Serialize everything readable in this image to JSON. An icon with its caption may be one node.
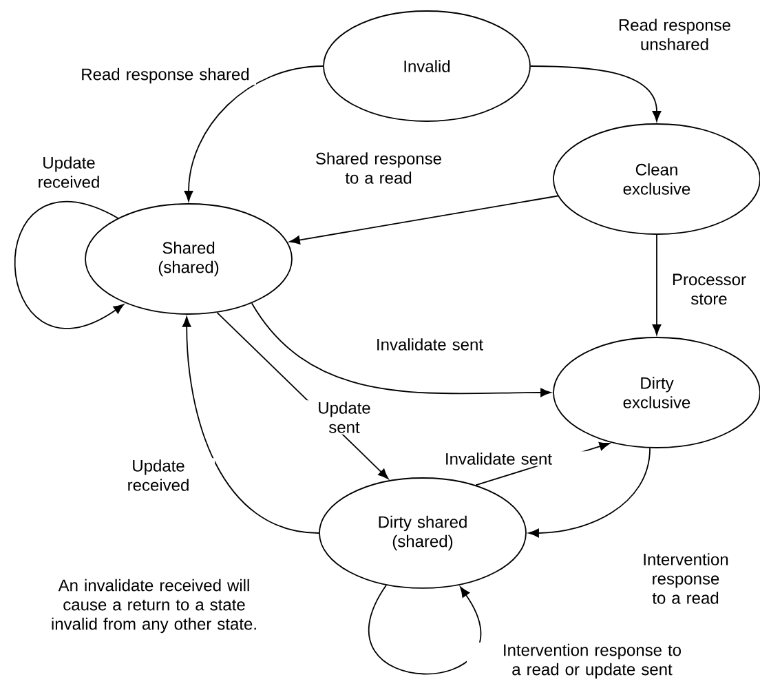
{
  "diagram": {
    "nodes": [
      {
        "text": [
          "Invalid"
        ]
      },
      {
        "text": [
          "Clean exclusive"
        ]
      },
      {
        "text": [
          "Shared (shared)"
        ]
      },
      {
        "text": [
          "Dirty exclusive"
        ]
      },
      {
        "text": [
          "Dirty shared (shared)"
        ]
      }
    ],
    "edges": [
      {
        "from": 0,
        "to": 2,
        "arrow": "to",
        "label": "Read response shared"
      },
      {
        "from": 0,
        "to": 1,
        "arrow": "to",
        "label": "Read response unshared"
      },
      {
        "from": 1,
        "to": 2,
        "arrow": "to",
        "label": "Shared response to a read"
      },
      {
        "from": 2,
        "to": 2,
        "arrow": "to",
        "label": "Update received"
      },
      {
        "from": 1,
        "to": 3,
        "arrow": "to",
        "label": "Processor store"
      },
      {
        "from": 2,
        "to": 3,
        "arrow": "to",
        "label": "Invalidate sent"
      },
      {
        "from": 2,
        "to": 4,
        "arrow": "to",
        "label": "Update sent"
      },
      {
        "from": 4,
        "to": 2,
        "arrow": "to",
        "label": "Update received"
      },
      {
        "from": 4,
        "to": 3,
        "arrow": "to",
        "label": "Invalidate sent"
      },
      {
        "from": 3,
        "to": 4,
        "arrow": "to",
        "label": "Intervention response to a read"
      },
      {
        "from": 4,
        "to": 4,
        "arrow": "to",
        "label": "Intervention response to a read or update sent"
      }
    ],
    "labels": [
      "An invalidate received will cause a return to a state invalid from any other state."
    ]
  }
}
